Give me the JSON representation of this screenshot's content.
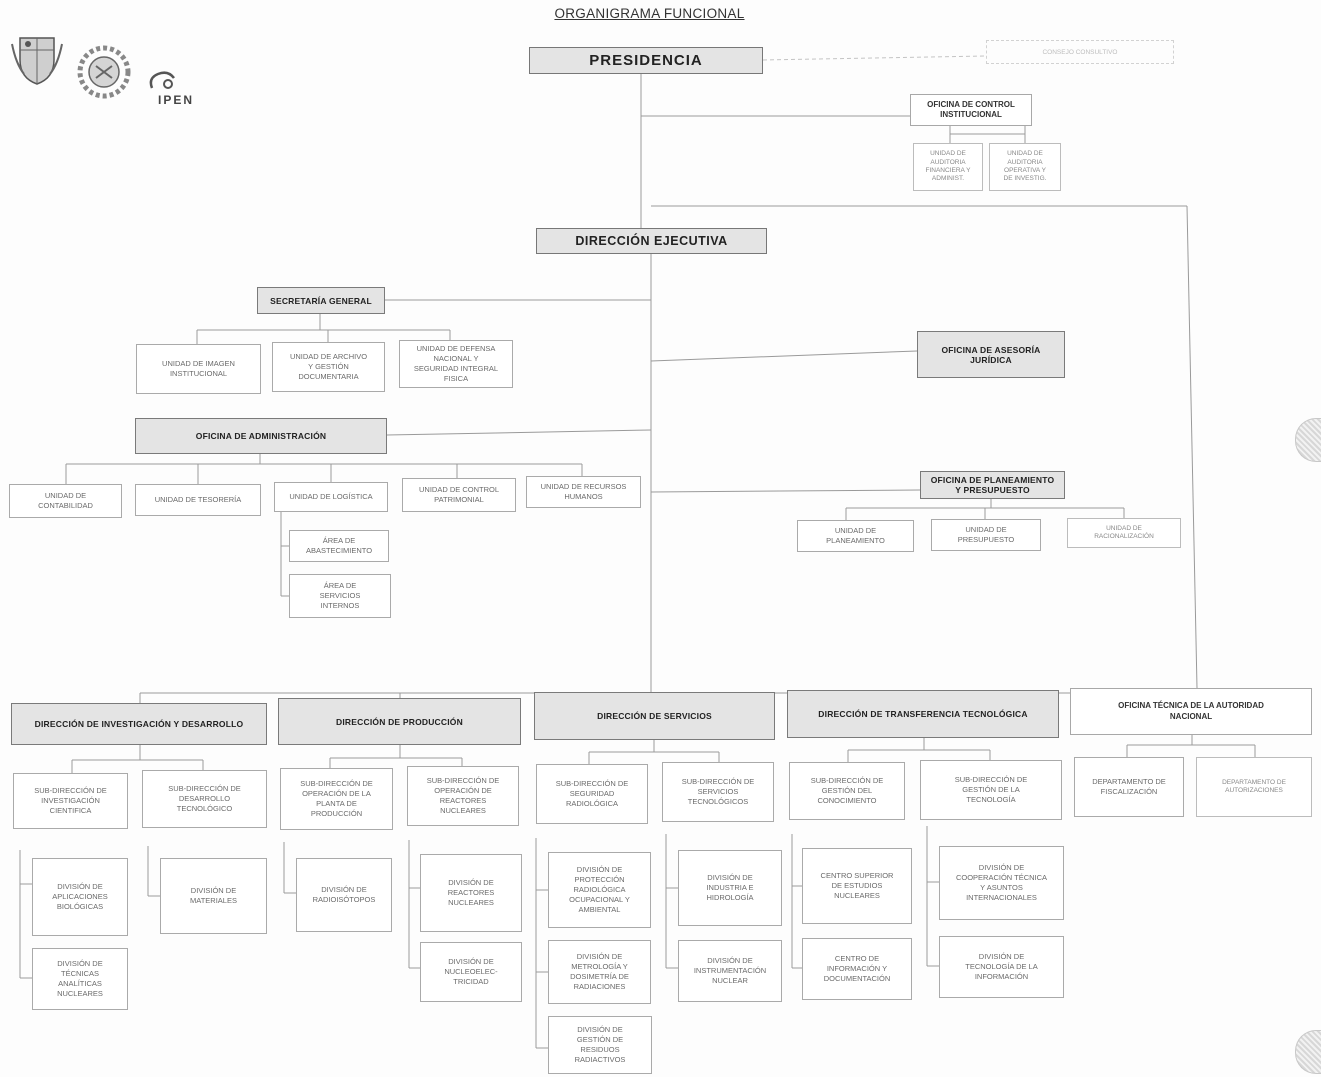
{
  "title": "ORGANIGRAMA FUNCIONAL",
  "note": "CONSEJO CONSULTIVO",
  "logo_text": "IPEN",
  "boxes": {
    "presidencia": "PRESIDENCIA",
    "oci": "OFICINA DE CONTROL\nINSTITUCIONAL",
    "oci_u1": "UNIDAD DE\nAUDITORIA\nFINANCIERA Y\nADMINIST.",
    "oci_u2": "UNIDAD DE\nAUDITORIA\nOPERATIVA Y\nDE INVESTIG.",
    "direccion_ejecutiva": "DIRECCIÓN EJECUTIVA",
    "secretaria": "SECRETARÍA GENERAL",
    "sg_u1": "UNIDAD DE IMAGEN\nINSTITUCIONAL",
    "sg_u2": "UNIDAD DE ARCHIVO\nY GESTIÓN\nDOCUMENTARIA",
    "sg_u3": "UNIDAD DE DEFENSA\nNACIONAL Y\nSEGURIDAD INTEGRAL\nFISICA",
    "asesoria": "OFICINA DE ASESORÍA\nJURÍDICA",
    "administracion": "OFICINA DE ADMINISTRACIÓN",
    "adm_u1": "UNIDAD DE\nCONTABILIDAD",
    "adm_u2": "UNIDAD DE TESORERÍA",
    "adm_u3": "UNIDAD DE LOGÍSTICA",
    "adm_u4": "UNIDAD DE CONTROL\nPATRIMONIAL",
    "adm_u5": "UNIDAD DE RECURSOS\nHUMANOS",
    "area1": "ÁREA DE\nABASTECIMIENTO",
    "area2": "ÁREA DE\nSERVICIOS\nINTERNOS",
    "planeamiento": "OFICINA DE PLANEAMIENTO\nY PRESUPUESTO",
    "pl_u1": "UNIDAD DE\nPLANEAMIENTO",
    "pl_u2": "UNIDAD DE\nPRESUPUESTO",
    "pl_u3": "UNIDAD DE\nRACIONALIZACIÓN",
    "dir_id": "DIRECCIÓN DE INVESTIGACIÓN Y DESARROLLO",
    "dir_prod": "DIRECCIÓN DE PRODUCCIÓN",
    "dir_serv": "DIRECCIÓN DE SERVICIOS",
    "dir_tt": "DIRECCIÓN DE TRANSFERENCIA TECNOLÓGICA",
    "ofi_an": "OFICINA TÉCNICA DE LA AUTORIDAD\nNACIONAL",
    "sd_ic": "SUB-DIRECCIÓN DE\nINVESTIGACIÓN\nCIENTIFICA",
    "sd_dt": "SUB-DIRECCIÓN DE\nDESARROLLO\nTECNOLÓGICO",
    "sd_op": "SUB-DIRECCIÓN DE\nOPERACIÓN DE LA\nPLANTA DE\nPRODUCCIÓN",
    "sd_or": "SUB-DIRECCIÓN DE\nOPERACIÓN DE\nREACTORES\nNUCLEARES",
    "sd_sr": "SUB-DIRECCIÓN DE\nSEGURIDAD\nRADIOLÓGICA",
    "sd_st": "SUB-DIRECCIÓN DE\nSERVICIOS\nTECNOLÓGICOS",
    "sd_gc": "SUB-DIRECCIÓN DE\nGESTIÓN DEL\nCONOCIMIENTO",
    "sd_gt": "SUB-DIRECCIÓN DE\nGESTIÓN DE LA\nTECNOLOGÍA",
    "dep_f": "DEPARTAMENTO DE\nFISCALIZACIÓN",
    "dep_a": "DEPARTAMENTO DE\nAUTORIZACIONES",
    "dv_ab": "DIVISIÓN DE\nAPLICACIONES\nBIOLÓGICAS",
    "dv_ta": "DIVISIÓN DE\nTÉCNICAS\nANALÍTICAS\nNUCLEARES",
    "dv_mat": "DIVISIÓN DE\nMATERIALES",
    "dv_radio": "DIVISIÓN DE\nRADIOISÓTOPOS",
    "dv_rn": "DIVISIÓN DE\nREACTORES\nNUCLEARES",
    "dv_ne": "DIVISIÓN DE\nNUCLEOELEC-\nTRICIDAD",
    "dv_pr": "DIVISIÓN DE\nPROTECCIÓN\nRADIOLÓGICA\nOCUPACIONAL Y\nAMBIENTAL",
    "dv_md": "DIVISIÓN DE\nMETROLOGÍA Y\nDOSIMETRÍA DE\nRADIACIONES",
    "dv_gr": "DIVISIÓN DE\nGESTIÓN DE\nRESIDUOS\nRADIACTIVOS",
    "dv_ih": "DIVISIÓN DE\nINDUSTRIA E\nHIDROLOGÍA",
    "dv_in": "DIVISIÓN DE\nINSTRUMENTACIÓN\nNUCLEAR",
    "dv_cs": "CENTRO SUPERIOR\nDE ESTUDIOS\nNUCLEARES",
    "dv_ci": "CENTRO DE\nINFORMACIÓN Y\nDOCUMENTACIÓN",
    "dv_ct": "DIVISIÓN DE\nCOOPERACIÓN TÉCNICA\nY ASUNTOS\nINTERNACIONALES",
    "dv_ti": "DIVISIÓN DE\nTECNOLOGÍA DE LA\nINFORMACIÓN"
  }
}
